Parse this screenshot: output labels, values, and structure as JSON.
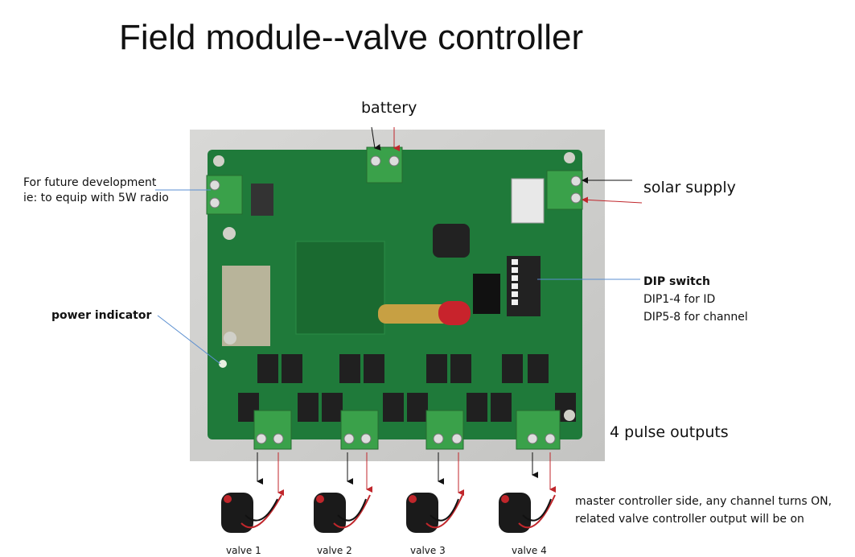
{
  "title": "Field module--valve controller",
  "labels": {
    "battery": "battery",
    "solar": "solar supply",
    "future_1": "For future development",
    "future_2": "ie: to equip with 5W radio",
    "power_indicator": "power indicator",
    "dip_title": "DIP switch",
    "dip_1": "DIP1-4 for ID",
    "dip_2": "DIP5-8 for channel",
    "pulse_outputs": "4 pulse outputs",
    "note_1": "master controller side, any channel turns ON,",
    "note_2": "related valve controller output will be on"
  },
  "valves": [
    "valve 1",
    "valve 2",
    "valve 3",
    "valve 4"
  ],
  "colors": {
    "board": "#1f7a3a",
    "terminal": "#3aa14a",
    "arrow_red": "#c0262b",
    "leader": "#5b8fd0"
  }
}
